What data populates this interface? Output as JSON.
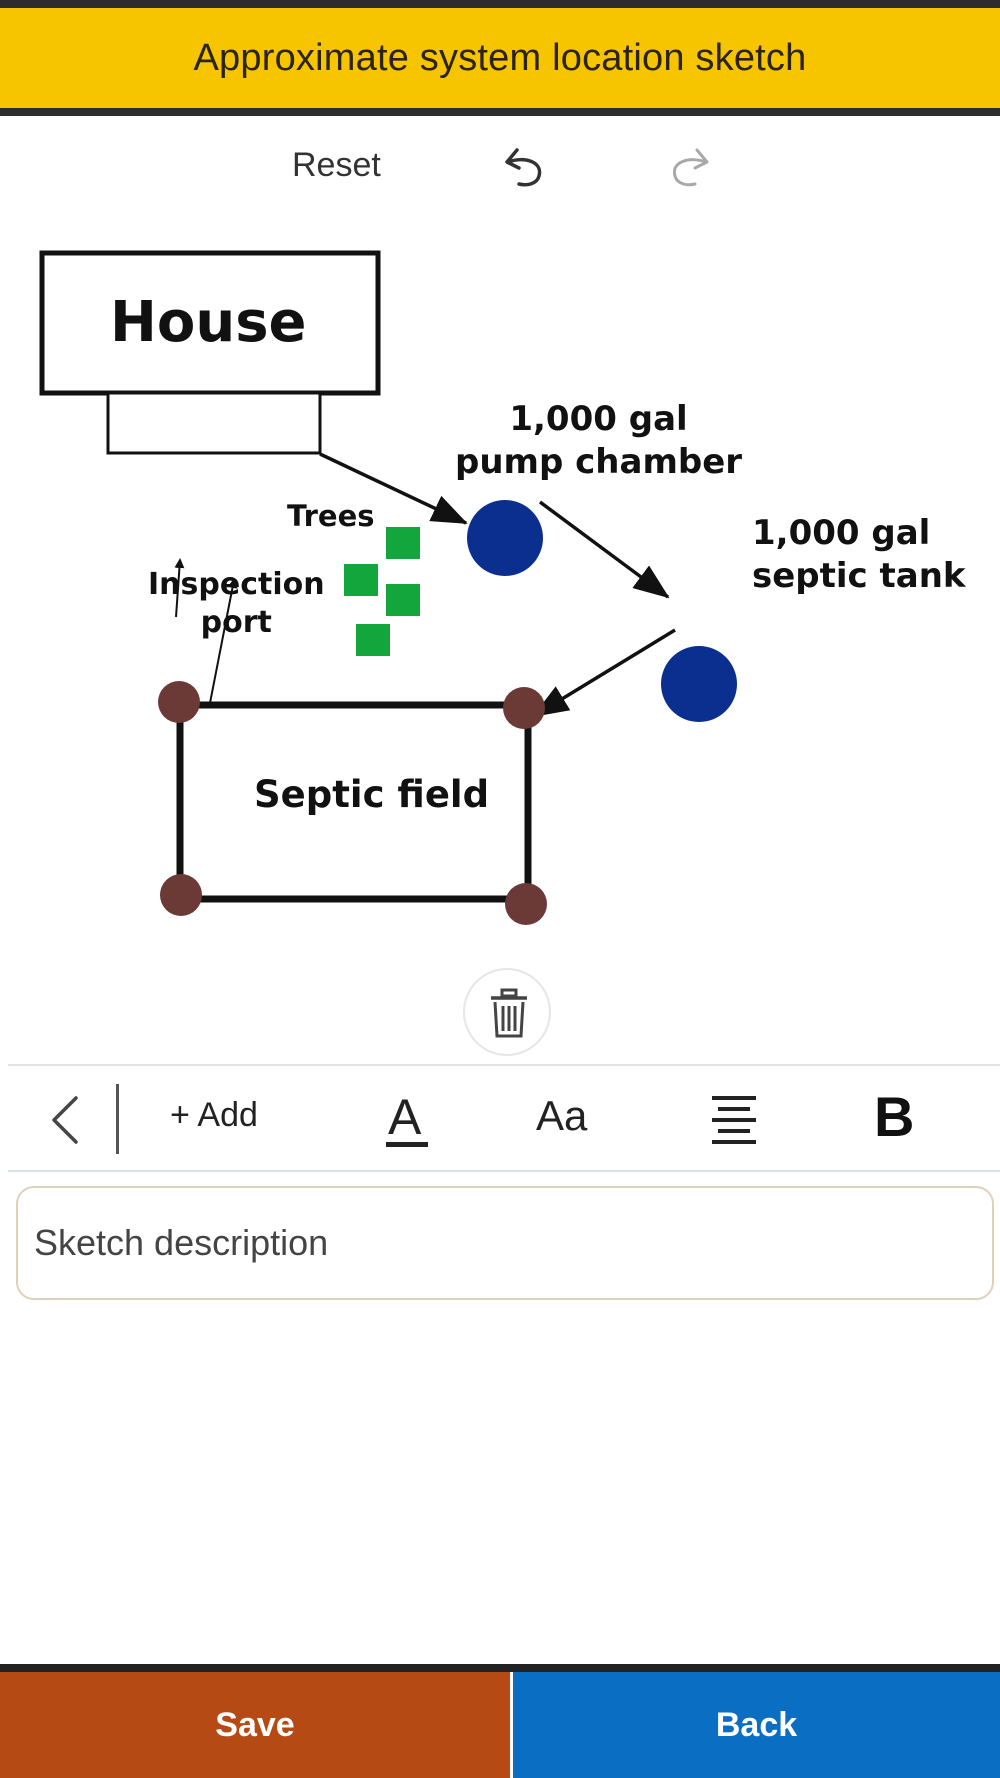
{
  "header": {
    "title": "Approximate system location sketch"
  },
  "top_tools": {
    "reset_label": "Reset",
    "undo_icon": "undo-icon",
    "redo_icon": "redo-icon"
  },
  "sketch": {
    "house_label": "House",
    "pump_chamber_label": [
      "1,000 gal",
      "pump chamber"
    ],
    "septic_tank_label": [
      "1,000 gal",
      "septic tank"
    ],
    "trees_label": "Trees",
    "inspection_port_label": [
      "Inspection",
      "port"
    ],
    "septic_field_label": "Septic field",
    "colors": {
      "tank_fill": "#0b2f8f",
      "tree_fill": "#12a63d",
      "port_fill": "#6b3a36",
      "stroke": "#111111"
    }
  },
  "delete_icon": "trash-icon",
  "toolbar": {
    "back_icon": "chevron-left-icon",
    "add_label": "+ Add",
    "color_letter": "A",
    "size_label": "Aa",
    "align_icon": "align-center-icon",
    "bold_label": "B"
  },
  "description": {
    "placeholder": "Sketch description",
    "value": ""
  },
  "footer": {
    "save_label": "Save",
    "back_label": "Back",
    "save_color": "#b64a14",
    "back_color": "#0a6fc2"
  }
}
